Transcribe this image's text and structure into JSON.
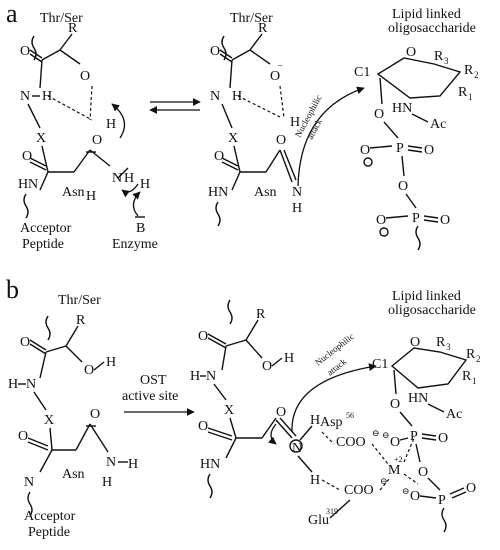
{
  "figure": {
    "panel_a": {
      "letter": "a",
      "thr_ser_left": "Thr/Ser",
      "thr_ser_right": "Thr/Ser",
      "r_left": "R",
      "r_right": "R",
      "x_left": "X",
      "x_right": "X",
      "asn_left": "Asn",
      "asn_right": "Asn",
      "acceptor": "Acceptor",
      "peptide": "Peptide",
      "base": "B",
      "enzyme": "Enzyme",
      "lipid_title_1": "Lipid linked",
      "lipid_title_2": "oligosaccharide",
      "c1": "C1",
      "r1": "R",
      "r1_sub": "1",
      "r2": "R",
      "r2_sub": "2",
      "r3": "R",
      "r3_sub": "3",
      "hn_ac": "HN",
      "ac": "Ac",
      "nucleophilic": "Nucleophilic",
      "attack": "attack",
      "p1": "P",
      "p2": "P"
    },
    "panel_b": {
      "letter": "b",
      "thr_ser": "Thr/Ser",
      "r_left": "R",
      "r_right": "R",
      "x_left": "X",
      "x_right": "X",
      "asn": "Asn",
      "acceptor": "Acceptor",
      "peptide": "Peptide",
      "ost": "OST",
      "active_site": "active site",
      "lipid_title_1": "Lipid linked",
      "lipid_title_2": "oligosaccharide",
      "c1": "C1",
      "r1": "R",
      "r1_sub": "1",
      "r2": "R",
      "r2_sub": "2",
      "r3": "R",
      "r3_sub": "3",
      "hn": "HN",
      "ac": "Ac",
      "nucleophilic": "Nucleophilic",
      "attack": "attack",
      "asp": "Asp",
      "asp_num": "56",
      "glu": "Glu",
      "glu_num": "319",
      "coo_asp": "COO",
      "coo_glu": "COO",
      "metal": "M",
      "metal_charge": "+2",
      "p1": "P",
      "p2": "P"
    }
  }
}
